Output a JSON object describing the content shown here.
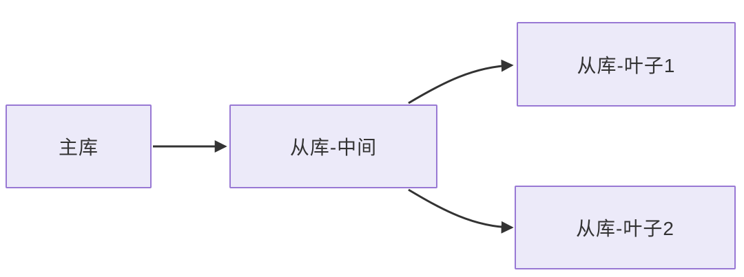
{
  "diagram": {
    "type": "flowchart",
    "direction": "left-to-right",
    "nodes": [
      {
        "id": "master",
        "label": "主库"
      },
      {
        "id": "middle",
        "label": "从库-中间"
      },
      {
        "id": "leaf1",
        "label": "从库-叶子1"
      },
      {
        "id": "leaf2",
        "label": "从库-叶子2"
      }
    ],
    "edges": [
      {
        "from": "master",
        "to": "middle",
        "style": "straight-arrow"
      },
      {
        "from": "middle",
        "to": "leaf1",
        "style": "curved-arrow"
      },
      {
        "from": "middle",
        "to": "leaf2",
        "style": "curved-arrow"
      }
    ],
    "colors": {
      "node_fill": "#ECEAF9",
      "node_border": "#9878D4",
      "edge": "#333333",
      "text": "#333333",
      "background": "#FFFFFF"
    }
  }
}
